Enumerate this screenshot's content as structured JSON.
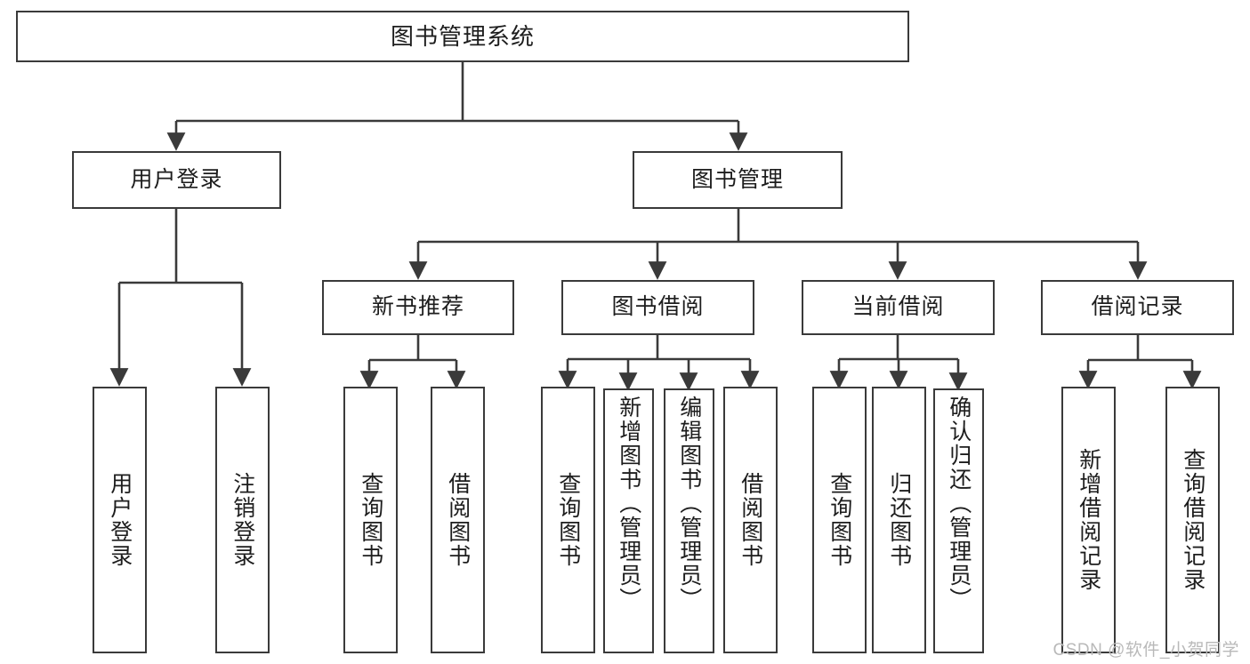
{
  "diagram": {
    "title": "图书管理系统",
    "type": "tree-hierarchy-diagram",
    "colors": {
      "box_border": "#3a3a3a",
      "box_fill": "#ffffff",
      "connector": "#3a3a3a",
      "text": "#1d1d1d",
      "watermark": "#b9b9b9",
      "background": "#ffffff"
    },
    "nodes": {
      "root": {
        "label": "图书管理系统"
      },
      "level2": [
        {
          "id": "user-login",
          "label": "用户登录"
        },
        {
          "id": "book-management",
          "label": "图书管理"
        }
      ],
      "level3": [
        {
          "id": "new-book-recommend",
          "label": "新书推荐"
        },
        {
          "id": "book-borrow",
          "label": "图书借阅"
        },
        {
          "id": "current-borrow",
          "label": "当前借阅"
        },
        {
          "id": "borrow-record",
          "label": "借阅记录"
        }
      ],
      "leaves": [
        {
          "id": "leaf-user-login",
          "label": "用户登录",
          "parent": "user-login"
        },
        {
          "id": "leaf-logout",
          "label": "注销登录",
          "parent": "user-login"
        },
        {
          "id": "leaf-query-book-1",
          "label": "查询图书",
          "parent": "new-book-recommend"
        },
        {
          "id": "leaf-borrow-book-1",
          "label": "借阅图书",
          "parent": "new-book-recommend"
        },
        {
          "id": "leaf-query-book-2",
          "label": "查询图书",
          "parent": "book-borrow"
        },
        {
          "id": "leaf-add-book",
          "label": "新增图书（管理员）",
          "parent": "book-borrow"
        },
        {
          "id": "leaf-edit-book",
          "label": "编辑图书（管理员）",
          "parent": "book-borrow"
        },
        {
          "id": "leaf-borrow-book-2",
          "label": "借阅图书",
          "parent": "book-borrow"
        },
        {
          "id": "leaf-query-book-3",
          "label": "查询图书",
          "parent": "current-borrow"
        },
        {
          "id": "leaf-return-book",
          "label": "归还图书",
          "parent": "current-borrow"
        },
        {
          "id": "leaf-confirm-return",
          "label": "确认归还（管理员）",
          "parent": "current-borrow"
        },
        {
          "id": "leaf-add-record",
          "label": "新增借阅记录",
          "parent": "borrow-record"
        },
        {
          "id": "leaf-query-record",
          "label": "查询借阅记录",
          "parent": "borrow-record"
        }
      ]
    },
    "watermark": "CSDN @软件_小贺同学"
  }
}
